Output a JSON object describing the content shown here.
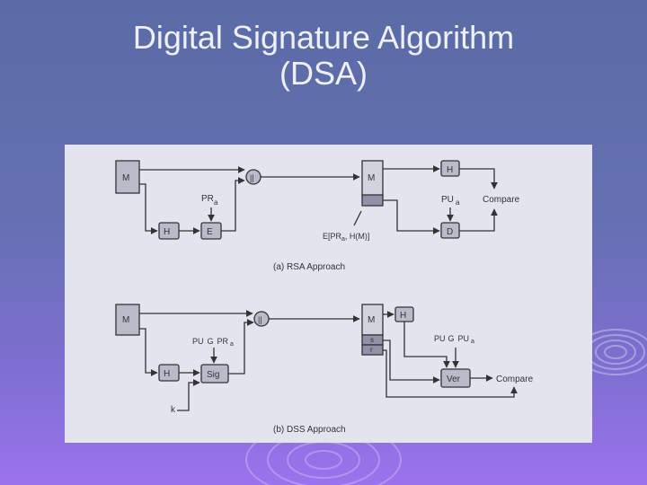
{
  "slide": {
    "title_line1": "Digital Signature Algorithm",
    "title_line2": "(DSA)"
  },
  "rsa": {
    "message_label": "M",
    "hash_label": "H",
    "encrypt_label": "E",
    "concat_label": "||",
    "key_label": "PR",
    "key_sub": "a",
    "recv_message_label": "M",
    "recv_hash_label": "H",
    "decrypt_label": "D",
    "pubkey_label": "PU",
    "pubkey_sub": "a",
    "compare_label": "Compare",
    "signature_label": "E[PR",
    "signature_sub": "a",
    "signature_tail": ", H(M)]",
    "caption": "(a) RSA Approach"
  },
  "dss": {
    "message_label": "M",
    "hash_label": "H",
    "sig_label": "Sig",
    "concat_label": "||",
    "sender_keys_pu": "PU",
    "sender_keys_g": "G",
    "sender_keys_pr": "PR",
    "sender_keys_sub": "a",
    "k_label": "k",
    "recv_message_label": "M",
    "recv_hash_label": "H",
    "s_label": "s",
    "r_label": "r",
    "receiver_keys_pu": "PU",
    "receiver_keys_g": "G",
    "receiver_keys_pu2": "PU",
    "receiver_keys_sub": "a",
    "ver_label": "Ver",
    "compare_label": "Compare",
    "caption": "(b) DSS Approach"
  },
  "colors": {
    "background_top": "#5a6ba6",
    "background_bottom": "#9b72ee",
    "title": "#eef0f6",
    "panel": "#e4e4ee",
    "box_fill": "#b9bbcb",
    "line": "#333333"
  }
}
